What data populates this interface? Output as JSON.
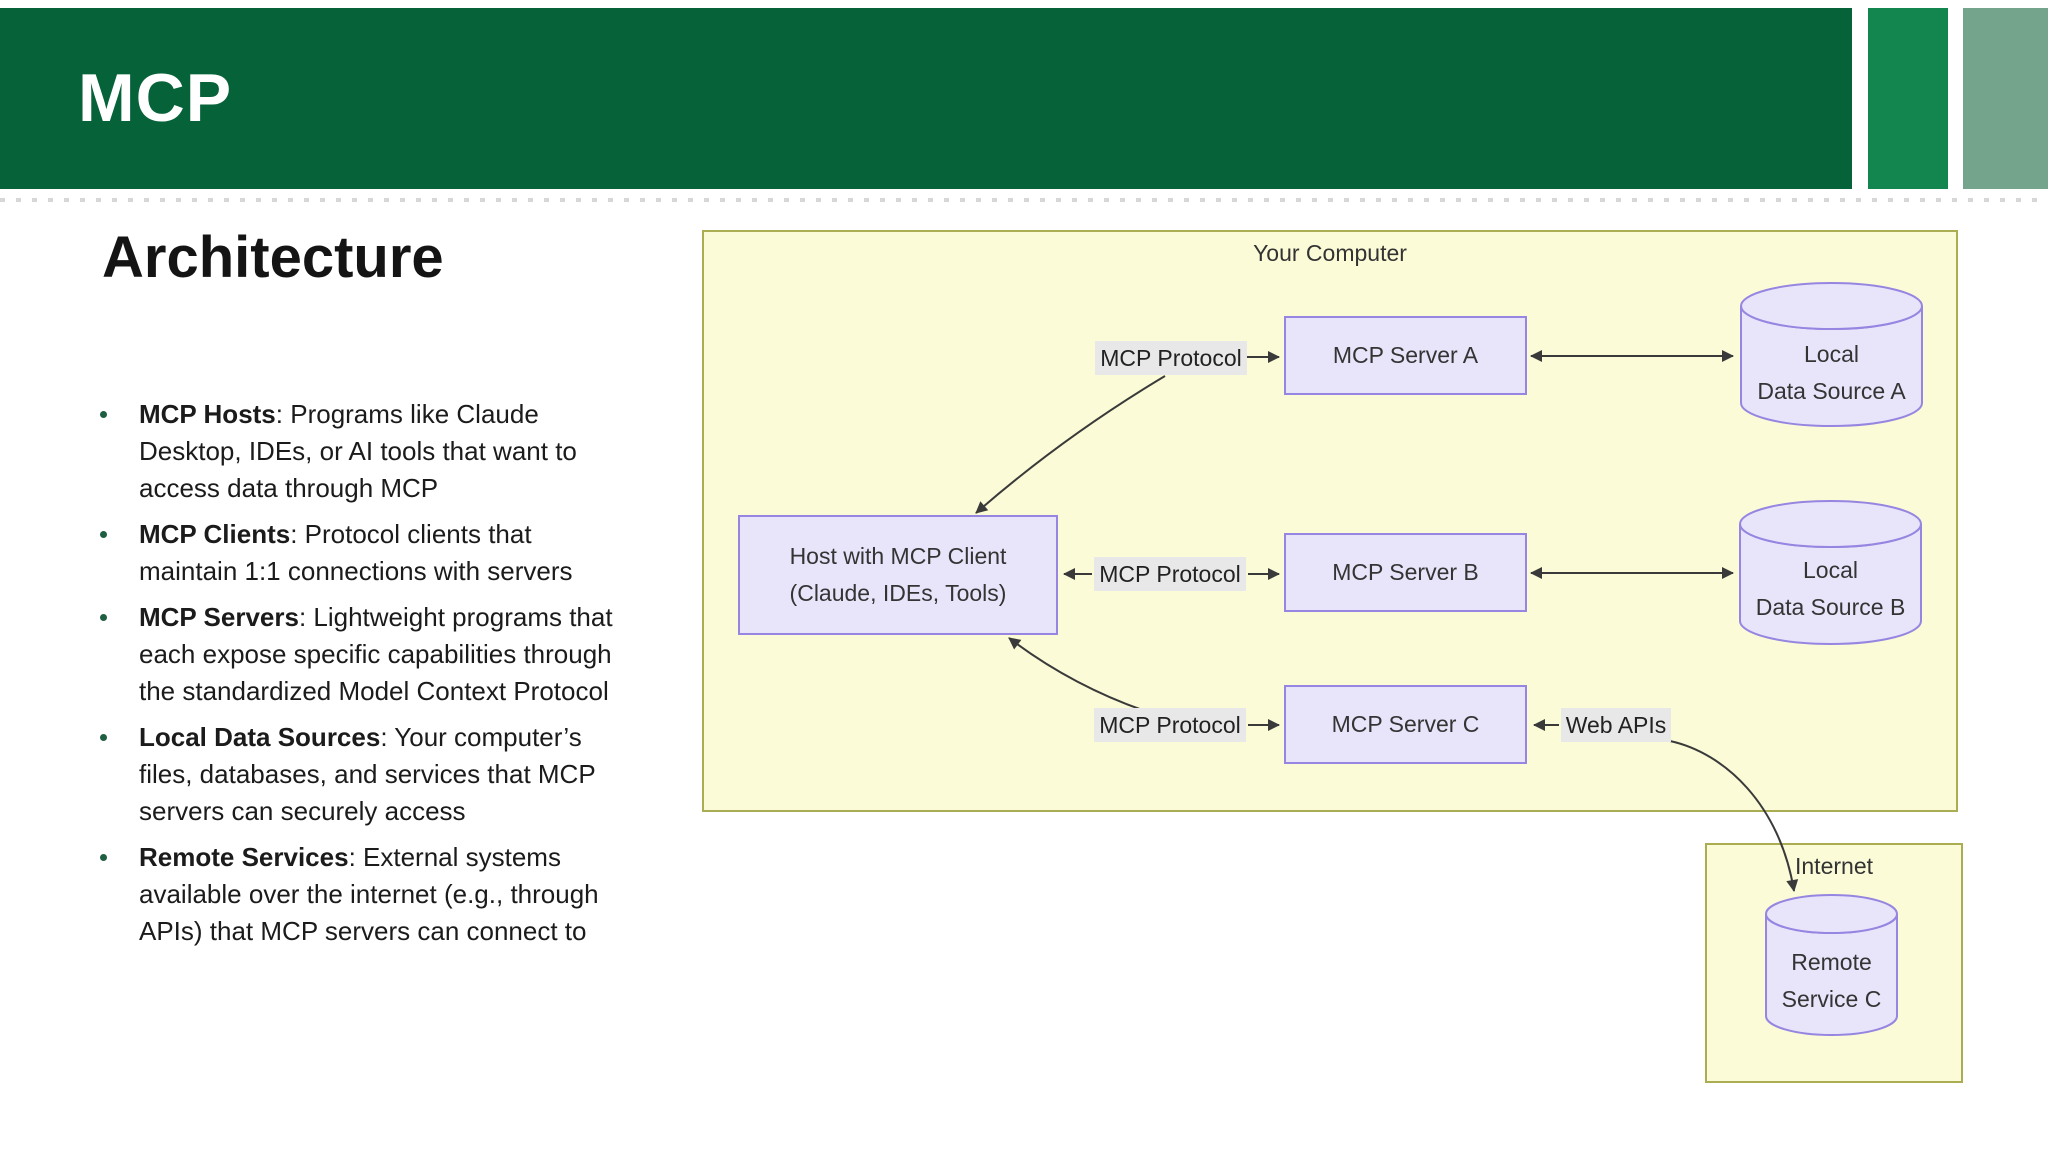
{
  "header": {
    "title": "MCP",
    "bar_color": "#056239",
    "accent_primary_color": "#13854E",
    "accent_secondary_color": "#74A58C"
  },
  "left_column": {
    "heading": "Architecture",
    "bullet_dot_color": "#1E5F41",
    "bullets": [
      {
        "term": "MCP Hosts",
        "text": ": Programs like Claude\nDesktop, IDEs, or AI tools that want to\naccess data through MCP"
      },
      {
        "term": "MCP Clients",
        "text": ": Protocol clients that\nmaintain 1:1 connections with servers"
      },
      {
        "term": "MCP Servers",
        "text": ": Lightweight programs that\neach expose specific capabilities through\nthe standardized Model Context Protocol"
      },
      {
        "term": "Local Data Sources",
        "text": ": Your computer’s\nfiles, databases, and services that MCP\nservers can securely access"
      },
      {
        "term": "Remote Services",
        "text": ": External systems\navailable over the internet (e.g., through\nAPIs) that MCP servers can connect to"
      }
    ]
  },
  "diagram": {
    "your_computer_panel": {
      "label": "Your Computer"
    },
    "internet_panel": {
      "label": "Internet"
    },
    "nodes": {
      "host": {
        "line1": "Host with MCP Client",
        "line2": "(Claude, IDEs, Tools)"
      },
      "server_a": {
        "label": "MCP Server A"
      },
      "server_b": {
        "label": "MCP Server B"
      },
      "server_c": {
        "label": "MCP Server C"
      },
      "data_source_a": {
        "line1": "Local",
        "line2": "Data Source A"
      },
      "data_source_b": {
        "line1": "Local",
        "line2": "Data Source B"
      },
      "remote_service_c": {
        "line1": "Remote",
        "line2": "Service C"
      }
    },
    "edge_labels": {
      "protocol_a": "MCP Protocol",
      "protocol_b": "MCP Protocol",
      "protocol_c": "MCP Protocol",
      "web_apis": "Web APIs"
    },
    "colors": {
      "panel_fill": "#FBFBD8",
      "panel_border": "#ABAD52",
      "node_fill": "#E8E4FA",
      "node_border": "#9685E1",
      "edge_label_bg": "#E8E8E8",
      "arrow": "#3a3a3a",
      "text": "#343434"
    }
  }
}
